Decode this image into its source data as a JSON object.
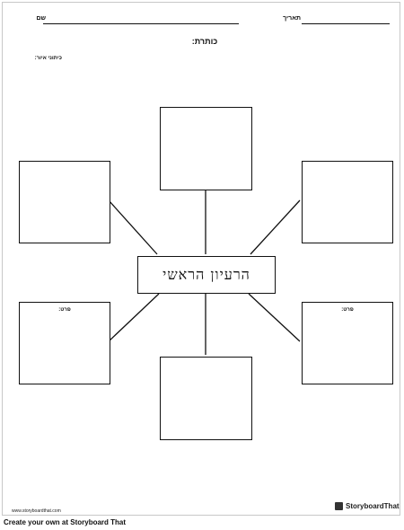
{
  "header": {
    "name_label": "שם",
    "date_label": "תאריך",
    "title_label": "כותרת:",
    "caption_label": "כיתוני איור:"
  },
  "web": {
    "main_idea": "הרעיון הראשי",
    "detail_label": "פרט:",
    "line_color": "#111111"
  },
  "branding": {
    "site_url": "www.storyboardthat.com",
    "brand_name": "StoryboardThat",
    "footer": "Create your own at Storyboard That"
  }
}
